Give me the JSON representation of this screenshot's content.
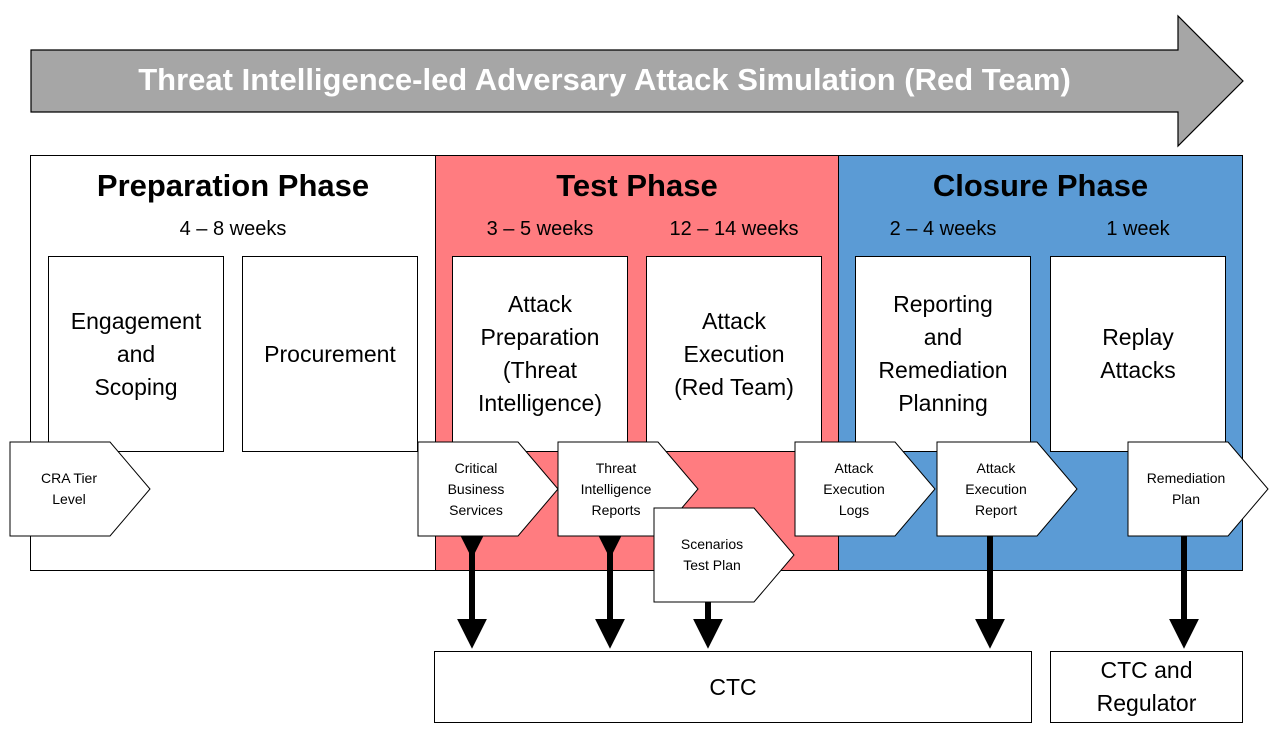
{
  "banner": {
    "title": "Threat Intelligence-led Adversary Attack Simulation (Red Team)",
    "color": "#a6a6a6"
  },
  "phases": {
    "preparation": {
      "title": "Preparation Phase",
      "duration": "4 – 8 weeks",
      "color": "#ffffff"
    },
    "test": {
      "title": "Test Phase",
      "duration_a": "3 – 5 weeks",
      "duration_b": "12 – 14 weeks",
      "color": "#ff7c80"
    },
    "closure": {
      "title": "Closure Phase",
      "duration_a": "2 – 4 weeks",
      "duration_b": "1 week",
      "color": "#5b9bd5"
    }
  },
  "activities": {
    "engagement": "Engagement\nand\nScoping",
    "procurement": "Procurement",
    "attack_prep": "Attack\nPreparation\n(Threat\nIntelligence)",
    "attack_exec": "Attack\nExecution\n(Red Team)",
    "reporting": "Reporting\nand\nRemediation\nPlanning",
    "replay": "Replay\nAttacks"
  },
  "deliverables": {
    "cra": "CRA Tier\nLevel",
    "cbs": "Critical\nBusiness\nServices",
    "tir": "Threat\nIntelligence\nReports",
    "stp": "Scenarios\nTest Plan",
    "ael": "Attack\nExecution\nLogs",
    "aer": "Attack\nExecution\nReport",
    "rp": "Remediation\nPlan"
  },
  "stakeholders": {
    "ctc": "CTC",
    "ctc_reg": "CTC and\nRegulator"
  }
}
